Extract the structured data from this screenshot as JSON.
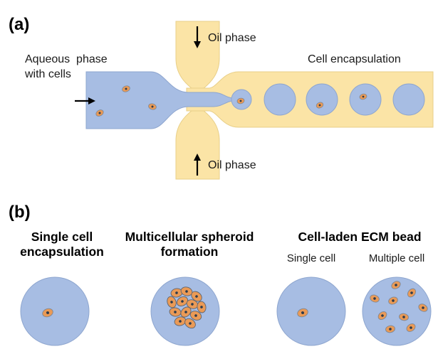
{
  "panel_a": {
    "label": "(a)",
    "aqueous_line1": "Aqueous  phase",
    "aqueous_line2": "with cells",
    "oil_top": "Oil phase",
    "oil_bottom": "Oil phase",
    "encapsulation": "Cell encapsulation"
  },
  "panel_b": {
    "label": "(b)",
    "col1_line1": "Single cell",
    "col1_line2": "encapsulation",
    "col2_line1": "Multicellular spheroid",
    "col2_line2": "formation",
    "col3_title": "Cell-laden ECM bead",
    "col3_sub1": "Single cell",
    "col3_sub2": "Multiple cell"
  },
  "colors": {
    "aqueous": "#a7bde3",
    "oil": "#fbe4a6",
    "cell": "#ea9a56",
    "nucleus": "#2f3c4c",
    "outline": "#7f8793"
  }
}
